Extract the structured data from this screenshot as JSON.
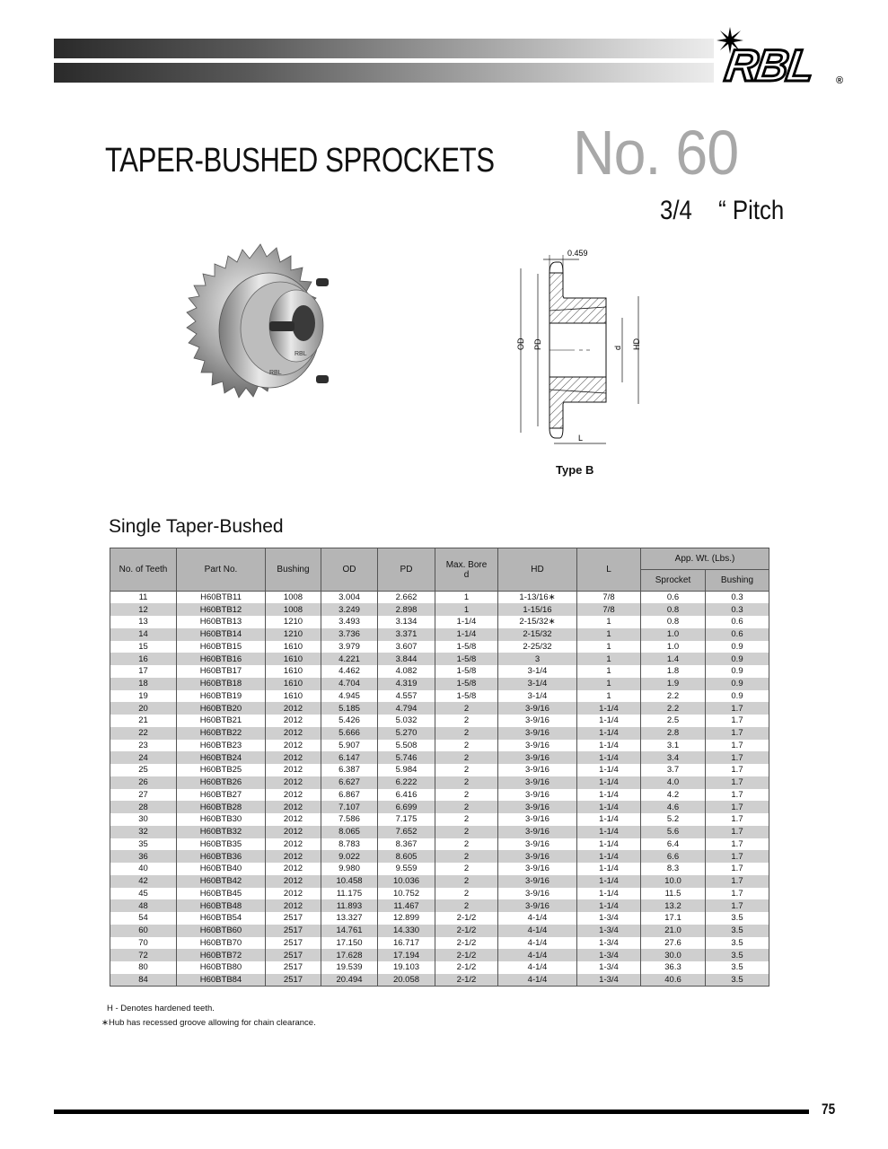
{
  "header": {
    "brand": "RBL",
    "registered_mark": "®"
  },
  "title": {
    "product": "TAPER-BUSHED SPROCKETS",
    "series": "No. 60",
    "pitch_value": "3/4",
    "pitch_label": "“ Pitch"
  },
  "figures": {
    "photo_alt": "Taper-bushed sprocket with RBL bushing",
    "photo_labels": [
      "RBL",
      "RBL"
    ],
    "drawing": {
      "dim_width": "0.459",
      "labels": [
        "OD",
        "PD",
        "d",
        "HD",
        "L"
      ],
      "type_label": "Type B"
    }
  },
  "section_title": "Single Taper-Bushed",
  "table": {
    "headers": {
      "teeth": "No. of Teeth",
      "part": "Part No.",
      "bushing": "Bushing",
      "od": "OD",
      "pd": "PD",
      "bore_line1": "Max. Bore",
      "bore_line2": "d",
      "hd": "HD",
      "l": "L",
      "weight_group": "App. Wt. (Lbs.)",
      "weight_sprocket": "Sprocket",
      "weight_bushing": "Bushing"
    },
    "rows": [
      [
        "11",
        "H60BTB11",
        "1008",
        "3.004",
        "2.662",
        "1",
        "1-13/16∗",
        "7/8",
        "0.6",
        "0.3"
      ],
      [
        "12",
        "H60BTB12",
        "1008",
        "3.249",
        "2.898",
        "1",
        "1-15/16",
        "7/8",
        "0.8",
        "0.3"
      ],
      [
        "13",
        "H60BTB13",
        "1210",
        "3.493",
        "3.134",
        "1-1/4",
        "2-15/32∗",
        "1",
        "0.8",
        "0.6"
      ],
      [
        "14",
        "H60BTB14",
        "1210",
        "3.736",
        "3.371",
        "1-1/4",
        "2-15/32",
        "1",
        "1.0",
        "0.6"
      ],
      [
        "15",
        "H60BTB15",
        "1610",
        "3.979",
        "3.607",
        "1-5/8",
        "2-25/32",
        "1",
        "1.0",
        "0.9"
      ],
      [
        "16",
        "H60BTB16",
        "1610",
        "4.221",
        "3.844",
        "1-5/8",
        "3",
        "1",
        "1.4",
        "0.9"
      ],
      [
        "17",
        "H60BTB17",
        "1610",
        "4.462",
        "4.082",
        "1-5/8",
        "3-1/4",
        "1",
        "1.8",
        "0.9"
      ],
      [
        "18",
        "H60BTB18",
        "1610",
        "4.704",
        "4.319",
        "1-5/8",
        "3-1/4",
        "1",
        "1.9",
        "0.9"
      ],
      [
        "19",
        "H60BTB19",
        "1610",
        "4.945",
        "4.557",
        "1-5/8",
        "3-1/4",
        "1",
        "2.2",
        "0.9"
      ],
      [
        "20",
        "H60BTB20",
        "2012",
        "5.185",
        "4.794",
        "2",
        "3-9/16",
        "1-1/4",
        "2.2",
        "1.7"
      ],
      [
        "21",
        "H60BTB21",
        "2012",
        "5.426",
        "5.032",
        "2",
        "3-9/16",
        "1-1/4",
        "2.5",
        "1.7"
      ],
      [
        "22",
        "H60BTB22",
        "2012",
        "5.666",
        "5.270",
        "2",
        "3-9/16",
        "1-1/4",
        "2.8",
        "1.7"
      ],
      [
        "23",
        "H60BTB23",
        "2012",
        "5.907",
        "5.508",
        "2",
        "3-9/16",
        "1-1/4",
        "3.1",
        "1.7"
      ],
      [
        "24",
        "H60BTB24",
        "2012",
        "6.147",
        "5.746",
        "2",
        "3-9/16",
        "1-1/4",
        "3.4",
        "1.7"
      ],
      [
        "25",
        "H60BTB25",
        "2012",
        "6.387",
        "5.984",
        "2",
        "3-9/16",
        "1-1/4",
        "3.7",
        "1.7"
      ],
      [
        "26",
        "H60BTB26",
        "2012",
        "6.627",
        "6.222",
        "2",
        "3-9/16",
        "1-1/4",
        "4.0",
        "1.7"
      ],
      [
        "27",
        "H60BTB27",
        "2012",
        "6.867",
        "6.416",
        "2",
        "3-9/16",
        "1-1/4",
        "4.2",
        "1.7"
      ],
      [
        "28",
        "H60BTB28",
        "2012",
        "7.107",
        "6.699",
        "2",
        "3-9/16",
        "1-1/4",
        "4.6",
        "1.7"
      ],
      [
        "30",
        "H60BTB30",
        "2012",
        "7.586",
        "7.175",
        "2",
        "3-9/16",
        "1-1/4",
        "5.2",
        "1.7"
      ],
      [
        "32",
        "H60BTB32",
        "2012",
        "8.065",
        "7.652",
        "2",
        "3-9/16",
        "1-1/4",
        "5.6",
        "1.7"
      ],
      [
        "35",
        "H60BTB35",
        "2012",
        "8.783",
        "8.367",
        "2",
        "3-9/16",
        "1-1/4",
        "6.4",
        "1.7"
      ],
      [
        "36",
        "H60BTB36",
        "2012",
        "9.022",
        "8.605",
        "2",
        "3-9/16",
        "1-1/4",
        "6.6",
        "1.7"
      ],
      [
        "40",
        "H60BTB40",
        "2012",
        "9.980",
        "9.559",
        "2",
        "3-9/16",
        "1-1/4",
        "8.3",
        "1.7"
      ],
      [
        "42",
        "H60BTB42",
        "2012",
        "10.458",
        "10.036",
        "2",
        "3-9/16",
        "1-1/4",
        "10.0",
        "1.7"
      ],
      [
        "45",
        "H60BTB45",
        "2012",
        "11.175",
        "10.752",
        "2",
        "3-9/16",
        "1-1/4",
        "11.5",
        "1.7"
      ],
      [
        "48",
        "H60BTB48",
        "2012",
        "11.893",
        "11.467",
        "2",
        "3-9/16",
        "1-1/4",
        "13.2",
        "1.7"
      ],
      [
        "54",
        "H60BTB54",
        "2517",
        "13.327",
        "12.899",
        "2-1/2",
        "4-1/4",
        "1-3/4",
        "17.1",
        "3.5"
      ],
      [
        "60",
        "H60BTB60",
        "2517",
        "14.761",
        "14.330",
        "2-1/2",
        "4-1/4",
        "1-3/4",
        "21.0",
        "3.5"
      ],
      [
        "70",
        "H60BTB70",
        "2517",
        "17.150",
        "16.717",
        "2-1/2",
        "4-1/4",
        "1-3/4",
        "27.6",
        "3.5"
      ],
      [
        "72",
        "H60BTB72",
        "2517",
        "17.628",
        "17.194",
        "2-1/2",
        "4-1/4",
        "1-3/4",
        "30.0",
        "3.5"
      ],
      [
        "80",
        "H60BTB80",
        "2517",
        "19.539",
        "19.103",
        "2-1/2",
        "4-1/4",
        "1-3/4",
        "36.3",
        "3.5"
      ],
      [
        "84",
        "H60BTB84",
        "2517",
        "20.494",
        "20.058",
        "2-1/2",
        "4-1/4",
        "1-3/4",
        "40.6",
        "3.5"
      ]
    ]
  },
  "notes": [
    "H - Denotes hardened teeth.",
    "∗Hub has recessed groove allowing for chain clearance."
  ],
  "footer": {
    "page_number": "75"
  }
}
